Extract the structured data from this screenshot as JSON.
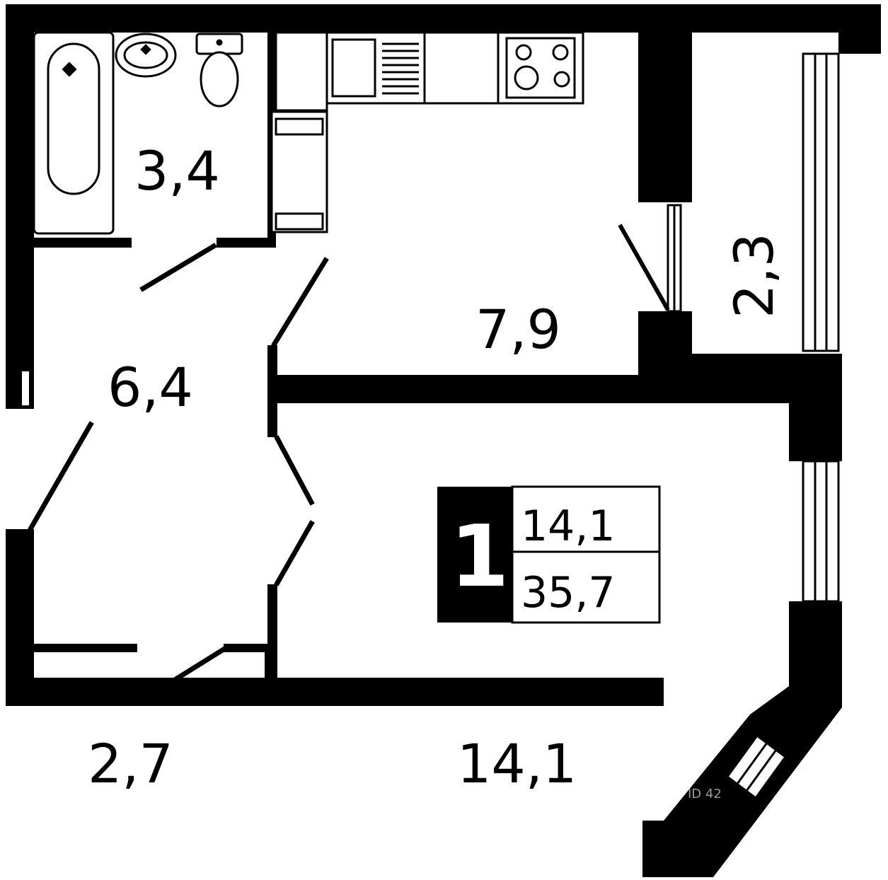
{
  "rooms": {
    "bathroom_area": "3,4",
    "kitchen_area": "7,9",
    "hallway_area": "6,4",
    "loggia_area": "2,3",
    "storage_area": "2,7",
    "living_room_area": "14,1"
  },
  "summary": {
    "room_count": "1",
    "living_area": "14,1",
    "total_area": "35,7"
  },
  "watermark": "ID 42",
  "colors": {
    "wall": "#000000",
    "floor": "#ffffff",
    "badge": "#000000"
  }
}
